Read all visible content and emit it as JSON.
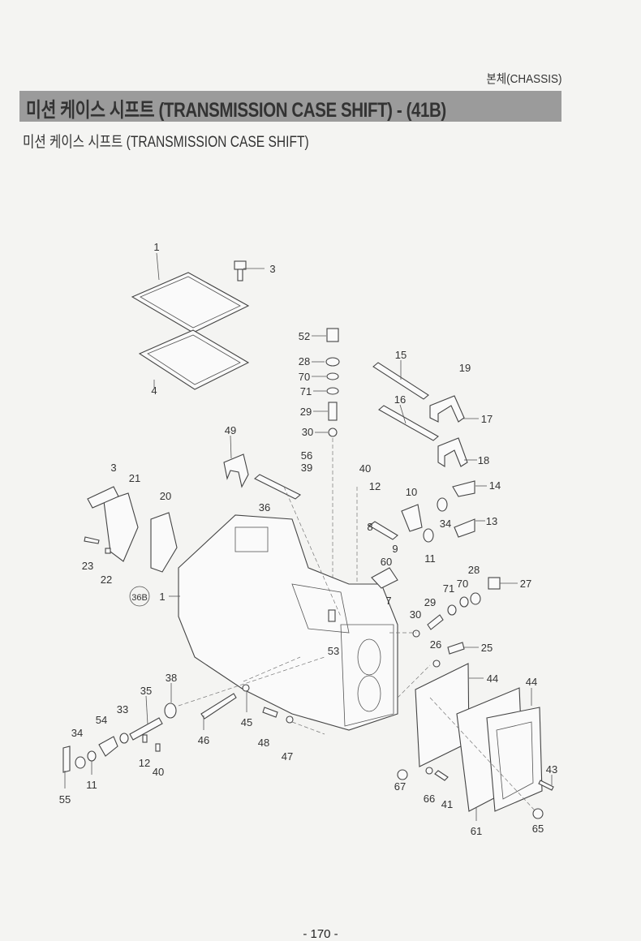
{
  "header": {
    "section": "본체(CHASSIS)",
    "banner_title": "미션 케이스 시프트  (TRANSMISSION CASE SHIFT) - (41B)",
    "subtitle": "미션 케이스 시프트 (TRANSMISSION CASE SHIFT)"
  },
  "callouts": [
    "1",
    "3",
    "52",
    "28",
    "70",
    "71",
    "29",
    "30",
    "15",
    "19",
    "16",
    "17",
    "49",
    "56",
    "39",
    "40",
    "12",
    "3",
    "21",
    "20",
    "10",
    "14",
    "36",
    "34",
    "13",
    "8",
    "9",
    "11",
    "60",
    "23",
    "22",
    "28",
    "70",
    "71",
    "27",
    "36B",
    "1",
    "7",
    "29",
    "30",
    "53",
    "26",
    "25",
    "44",
    "44",
    "38",
    "35",
    "33",
    "54",
    "34",
    "45",
    "46",
    "48",
    "47",
    "12",
    "40",
    "11",
    "55",
    "43",
    "67",
    "66",
    "41",
    "61",
    "65",
    "4",
    "18"
  ],
  "footer": {
    "page": "- 170 -"
  }
}
